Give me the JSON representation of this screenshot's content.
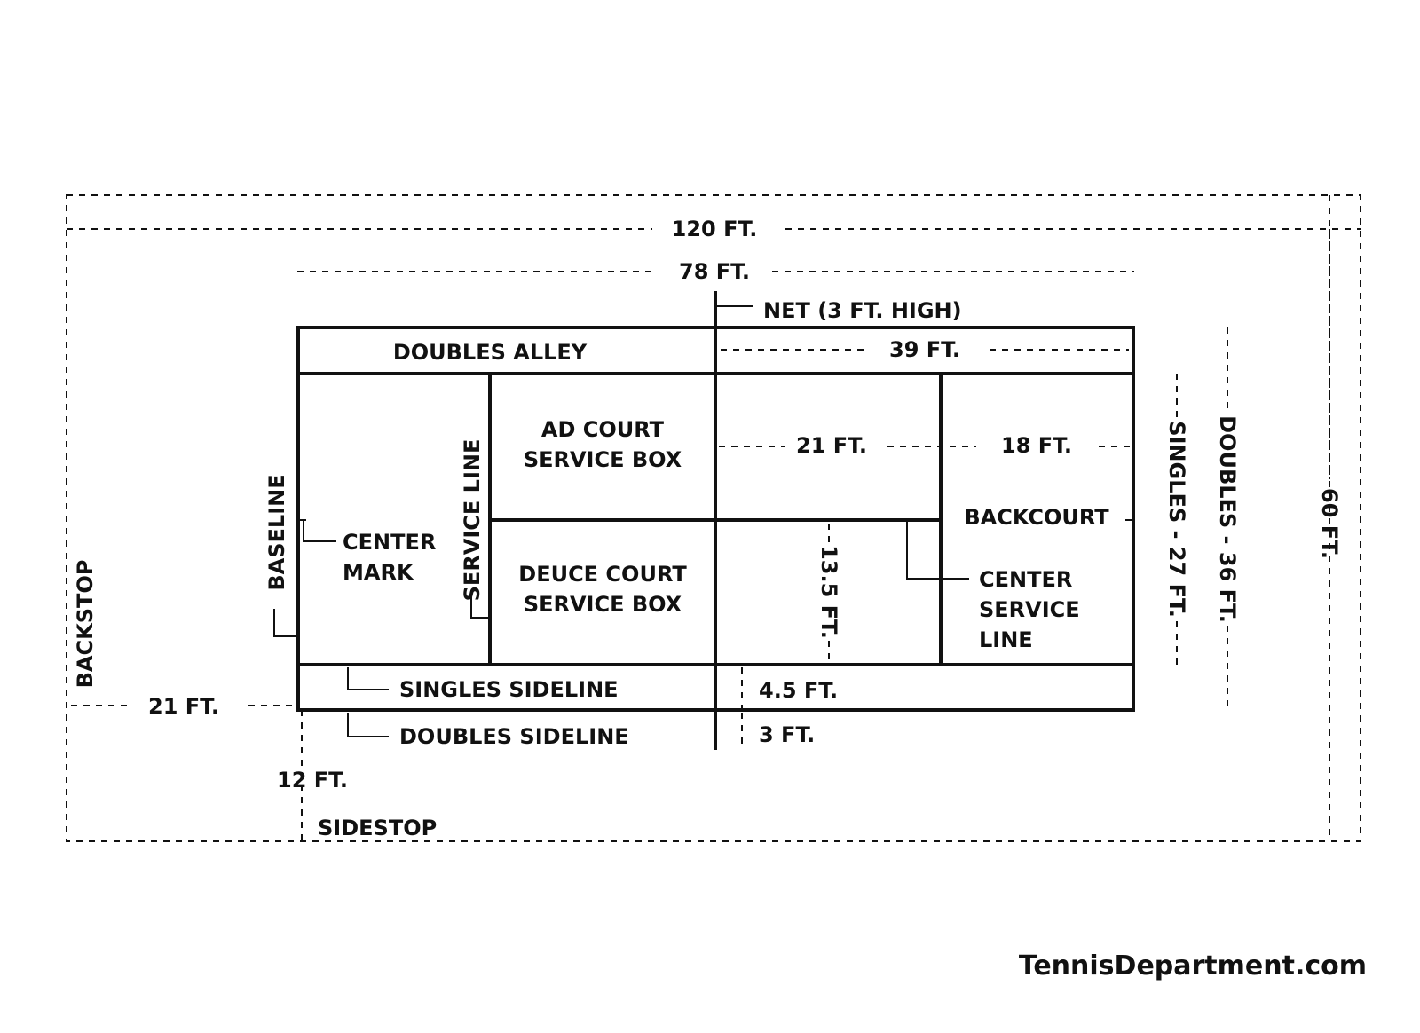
{
  "labels": {
    "total_length": "120 FT.",
    "court_length": "78 FT.",
    "net": "NET (3 FT. HIGH)",
    "doubles_alley": "DOUBLES ALLEY",
    "half_length": "39 FT.",
    "ad_court_1": "AD COURT",
    "ad_court_2": "SERVICE BOX",
    "deuce_court_1": "DEUCE COURT",
    "deuce_court_2": "SERVICE BOX",
    "service_depth": "21 FT.",
    "backcourt_depth": "18 FT.",
    "backcourt": "BACKCOURT",
    "center_service_1": "CENTER",
    "center_service_2": "SERVICE",
    "center_service_3": "LINE",
    "service_box_width": "13.5 FT.",
    "service_line": "SERVICE LINE",
    "baseline": "BASELINE",
    "center_mark_1": "CENTER",
    "center_mark_2": "MARK",
    "backstop": "BACKSTOP",
    "back_clearance": "21 FT.",
    "singles_sideline": "SINGLES SIDELINE",
    "doubles_sideline": "DOUBLES SIDELINE",
    "alley_width": "4.5 FT.",
    "net_overhang": "3 FT.",
    "side_clearance": "12 FT.",
    "sidestop": "SIDESTOP",
    "singles_width": "SINGLES - 27 FT.",
    "doubles_width": "DOUBLES - 36 FT.",
    "total_width": "60 FT."
  },
  "brand": "TennisDepartment.com"
}
